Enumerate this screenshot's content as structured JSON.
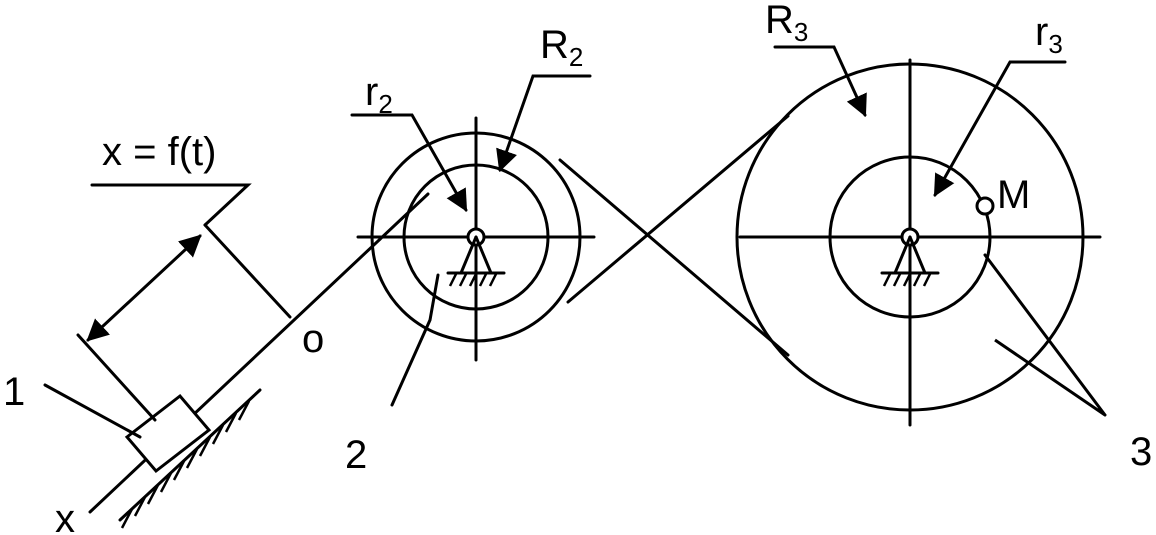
{
  "labels": {
    "law": "x = f(t)",
    "origin": "o",
    "axis": "x",
    "body1": "1",
    "body2": "2",
    "body3": "3",
    "point": "M",
    "r2": {
      "main": "r",
      "sub": "2"
    },
    "R2": {
      "main": "R",
      "sub": "2"
    },
    "R3": {
      "main": "R",
      "sub": "3"
    },
    "r3": {
      "main": "r",
      "sub": "3"
    }
  }
}
